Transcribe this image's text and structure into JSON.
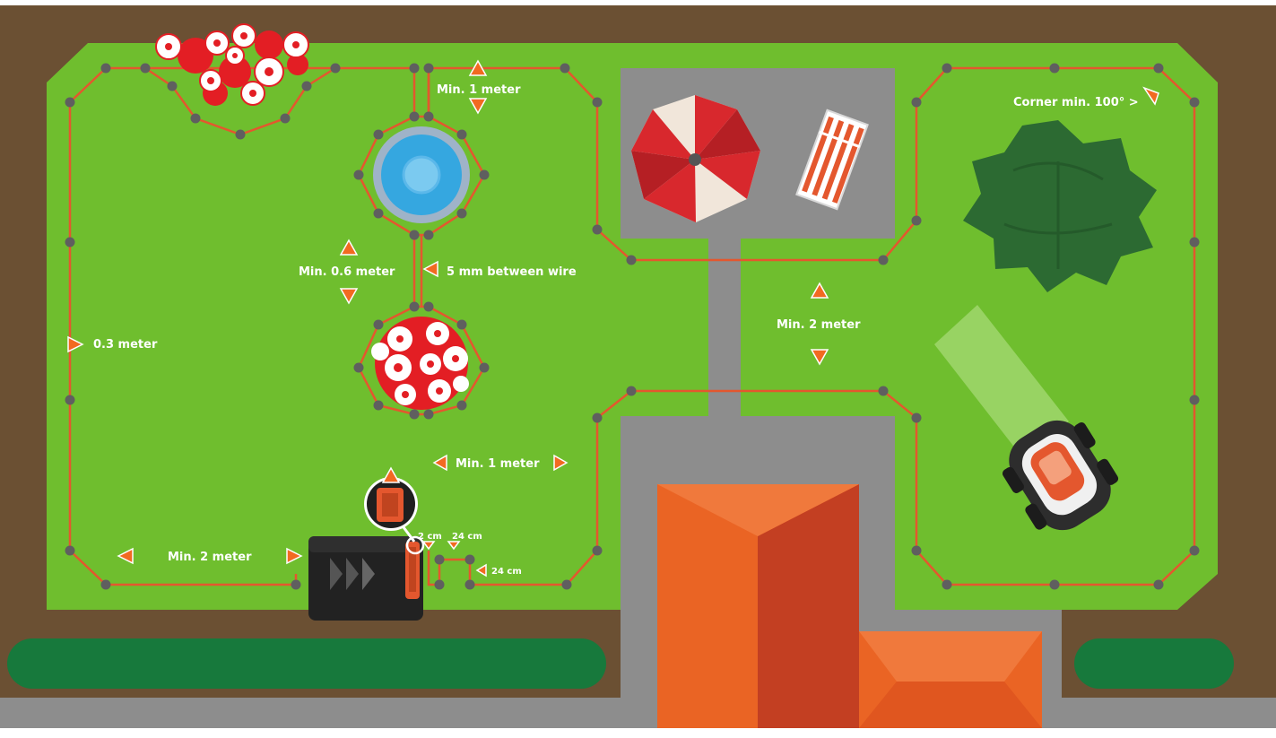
{
  "labels": {
    "min_1_meter_top": "Min. 1 meter",
    "corner_min": "Corner min. 100° >",
    "min_06_meter": "Min. 0.6 meter",
    "between_wire": "5 mm between wire",
    "side_03_meter": "0.3 meter",
    "min_2_meter_right": "Min. 2 meter",
    "min_1_meter_bottom": "Min. 1 meter",
    "min_2_meter_left": "Min. 2 meter",
    "dist_2cm": "2 cm",
    "dist_24cm_top": "24 cm",
    "dist_24cm_side": "24 cm"
  },
  "colors": {
    "soil": "#6b5033",
    "lawn": "#6fbe2e",
    "path": "#8d8d8d",
    "wire": "#e4572e",
    "peg": "#5f5f5f",
    "hedge": "#17793c",
    "roof_light": "#ea6424",
    "roof_dark": "#c33f22",
    "arrow": "#f26a21",
    "tree": "#2c6a32"
  },
  "icons": [
    "flower-bed-icon",
    "fountain-icon",
    "parasol-icon",
    "sun-lounger-icon",
    "tree-icon",
    "robot-mower-icon",
    "charging-station-icon",
    "house-roof-icon"
  ]
}
